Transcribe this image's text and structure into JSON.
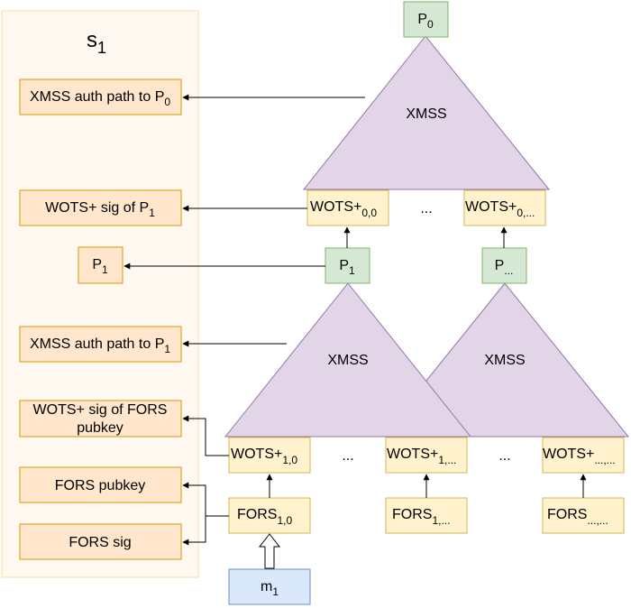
{
  "panel": {
    "title": {
      "main": "s",
      "sub": "1"
    },
    "items": [
      {
        "main": "XMSS auth path to P",
        "sub": "0"
      },
      {
        "main": "WOTS+ sig of P",
        "sub": "1"
      },
      {
        "main": "P",
        "sub": "1"
      },
      {
        "main": "XMSS auth path to P",
        "sub": "1"
      },
      {
        "main": "WOTS+ sig of FORS",
        "line2": "pubkey"
      },
      {
        "main": "FORS pubkey"
      },
      {
        "main": "FORS sig"
      }
    ]
  },
  "roots": [
    {
      "main": "P",
      "sub": "0"
    },
    {
      "main": "P",
      "sub": "1"
    },
    {
      "main": "P",
      "sub": "..."
    }
  ],
  "trees": [
    {
      "label": "XMSS"
    },
    {
      "label": "XMSS"
    },
    {
      "label": "XMSS"
    }
  ],
  "wots": [
    {
      "main": "WOTS+",
      "sub": "0,0"
    },
    {
      "main": "WOTS+",
      "sub": "0,..."
    },
    {
      "main": "WOTS+",
      "sub": "1,0"
    },
    {
      "main": "WOTS+",
      "sub": "1,..."
    },
    {
      "main": "WOTS+",
      "sub": "...,..."
    }
  ],
  "fors": [
    {
      "main": "FORS",
      "sub": "1,0"
    },
    {
      "main": "FORS",
      "sub": "1,..."
    },
    {
      "main": "FORS",
      "sub": "...,..."
    }
  ],
  "message": {
    "main": "m",
    "sub": "1"
  },
  "ellipses": [
    "...",
    "...",
    "..."
  ],
  "colors": {
    "panel_fill": "#fff8f0",
    "panel_stroke": "#f6dfa0",
    "item_fill": "#ffe6cc",
    "item_stroke": "#d79b00",
    "tree_fill": "#e1d5e7",
    "tree_stroke": "#9673a6",
    "root_fill": "#d5e8d4",
    "root_stroke": "#82b366",
    "wots_fill": "#fff2cc",
    "wots_stroke": "#d6b656",
    "msg_fill": "#dae8fc",
    "msg_stroke": "#6c8ebf"
  }
}
